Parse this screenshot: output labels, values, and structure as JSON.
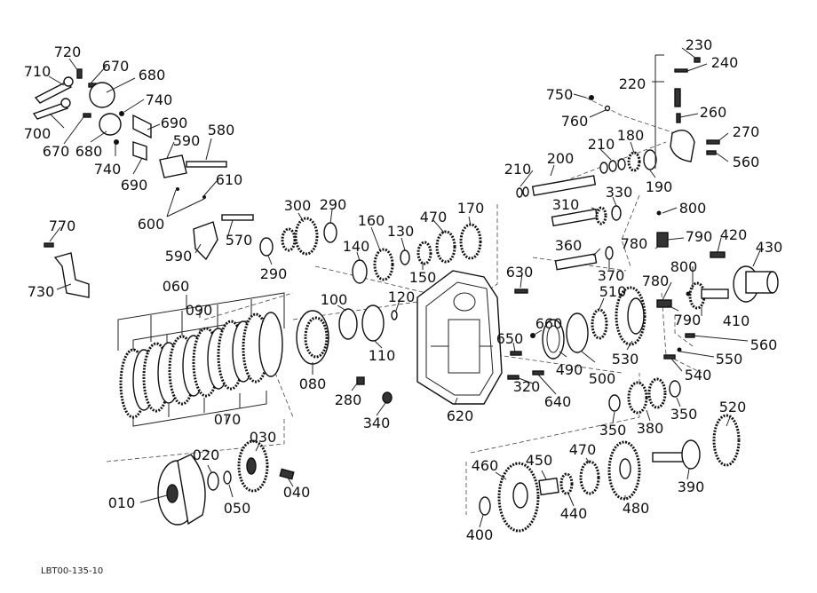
{
  "figure_id": "LBT00-135-10",
  "parts": [
    "010",
    "020",
    "030",
    "040",
    "050",
    "060",
    "070",
    "080",
    "090",
    "100",
    "110",
    "120",
    "130",
    "140",
    "150",
    "160",
    "170",
    "180",
    "190",
    "200",
    "210",
    "210",
    "220",
    "230",
    "240",
    "260",
    "270",
    "280",
    "290",
    "290",
    "300",
    "310",
    "320",
    "330",
    "340",
    "350",
    "350",
    "360",
    "370",
    "380",
    "390",
    "400",
    "410",
    "420",
    "430",
    "440",
    "450",
    "460",
    "470",
    "470",
    "480",
    "490",
    "500",
    "510",
    "520",
    "530",
    "540",
    "550",
    "560",
    "560",
    "570",
    "580",
    "590",
    "590",
    "600",
    "610",
    "620",
    "630",
    "640",
    "650",
    "660",
    "670",
    "670",
    "680",
    "680",
    "690",
    "690",
    "700",
    "710",
    "720",
    "730",
    "740",
    "740",
    "750",
    "760",
    "770",
    "780",
    "780",
    "790",
    "790",
    "800",
    "800"
  ]
}
